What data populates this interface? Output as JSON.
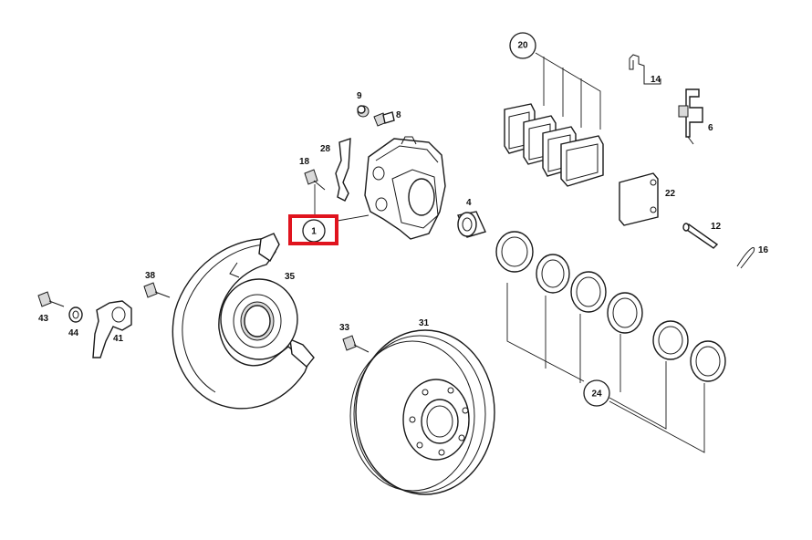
{
  "diagram": {
    "highlight_color": "#e0141e",
    "highlighted_callout": "1",
    "labels": {
      "p1": "1",
      "p4": "4",
      "p6": "6",
      "p8": "8",
      "p9": "9",
      "p12": "12",
      "p14": "14",
      "p16": "16",
      "p18": "18",
      "p20": "20",
      "p22": "22",
      "p24": "24",
      "p28": "28",
      "p31": "31",
      "p33": "33",
      "p35": "35",
      "p38": "38",
      "p41": "41",
      "p43": "43",
      "p44": "44"
    }
  }
}
